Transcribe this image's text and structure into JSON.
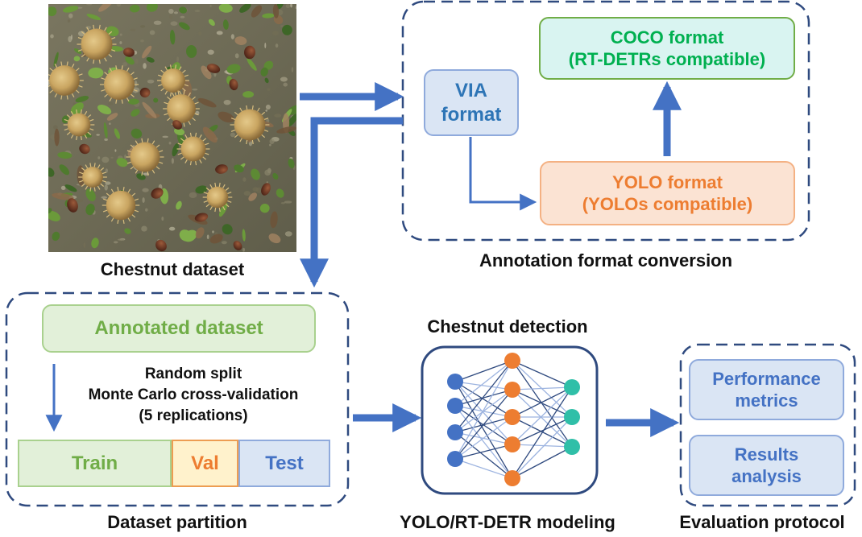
{
  "captions": {
    "chestnut_dataset": "Chestnut dataset",
    "annotation_format_conversion": "Annotation format conversion",
    "chestnut_detection": "Chestnut detection",
    "dataset_partition": "Dataset partition",
    "modeling": "YOLO/RT-DETR modeling",
    "evaluation_protocol": "Evaluation protocol"
  },
  "annotation": {
    "via": [
      "VIA",
      "format"
    ],
    "coco": [
      "COCO format",
      "(RT-DETRs compatible)"
    ],
    "yolo": [
      "YOLO format",
      "(YOLOs compatible)"
    ]
  },
  "partition": {
    "annotated_dataset": "Annotated dataset",
    "split_text": [
      "Random split",
      "Monte Carlo cross-validation",
      "(5 replications)"
    ],
    "segments": [
      "Train",
      "Val",
      "Test"
    ]
  },
  "evaluation": {
    "performance": [
      "Performance",
      "metrics"
    ],
    "results": [
      "Results",
      "analysis"
    ]
  },
  "colors": {
    "frame_blue": "#2F4A7F",
    "arrow_blue": "#4472C4",
    "via_text": "#2E75B6",
    "coco_green": "#00B050",
    "yolo_orange": "#ED7D31",
    "dataset_green": "#70AD47",
    "test_blue": "#4472C4",
    "node_blue": "#4472C4",
    "node_orange": "#ED7D31",
    "node_teal": "#2FBFA8"
  },
  "icons": [
    "chestnut-photo",
    "neural-network-icon"
  ]
}
